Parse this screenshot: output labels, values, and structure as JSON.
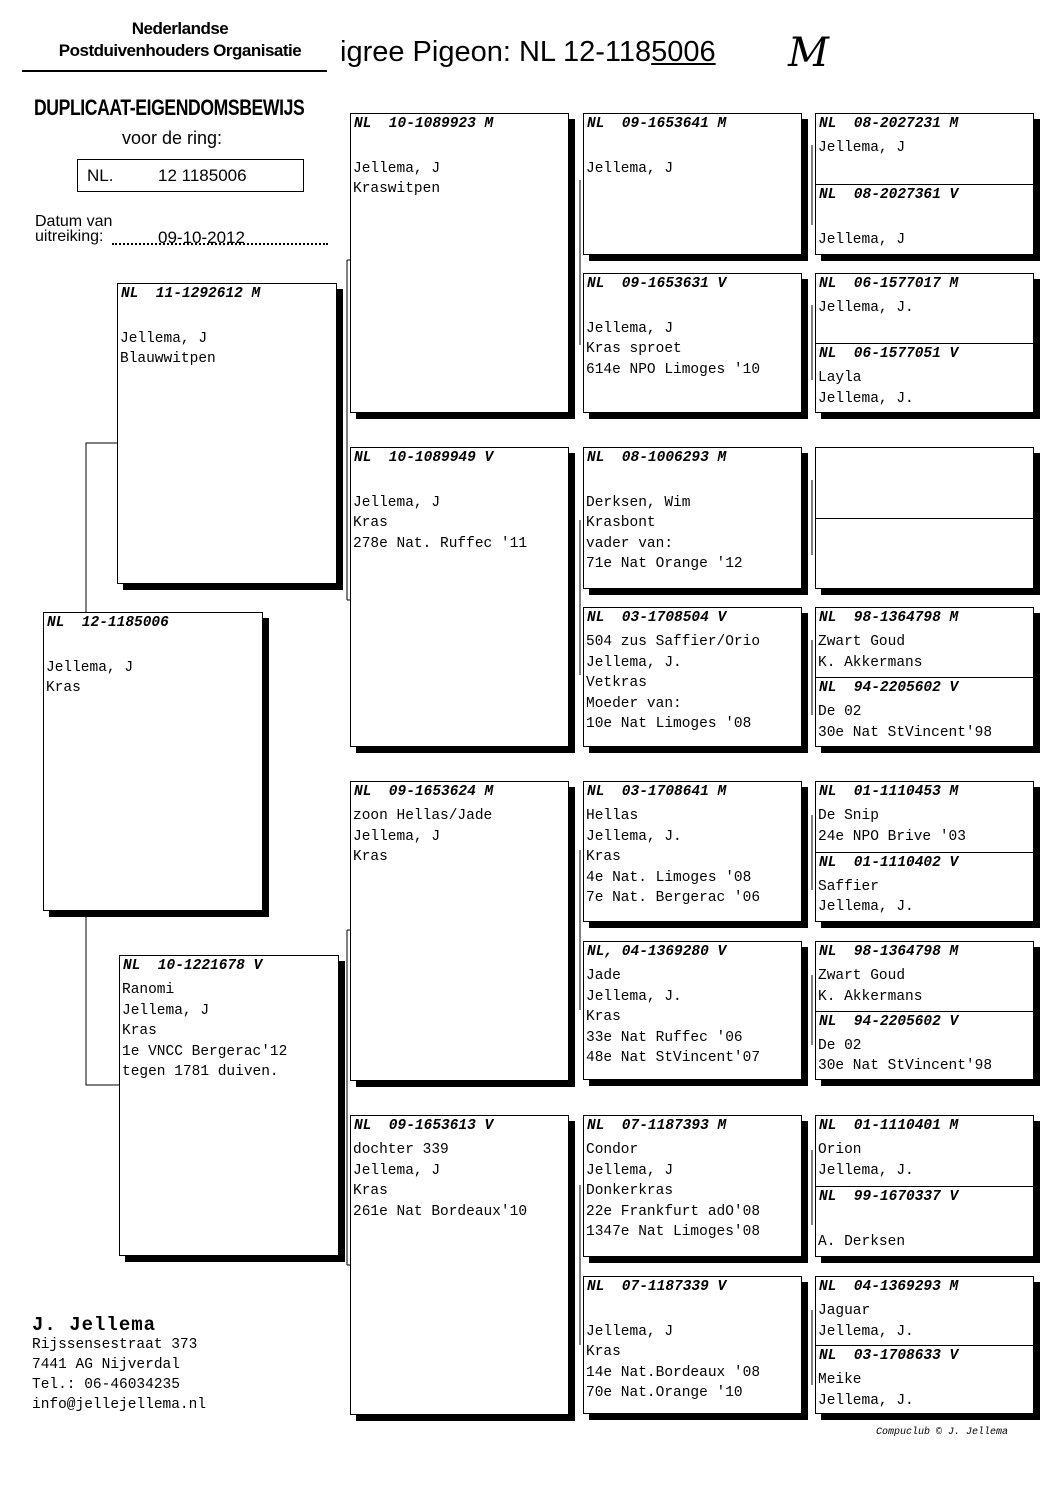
{
  "header": {
    "org_line1": "Nederlandse",
    "org_line2": "Postduivenhouders Organisatie",
    "title": "igree Pigeon: NL  12-118",
    "title_end": "5006",
    "signature": "M",
    "duplicate_title": "DUPLICAAT-EIGENDOMSBEWIJS",
    "voor_label": "voor de ring:",
    "ring_prefix": "NL.",
    "ring_number": "12  1185006",
    "datum_label_1": "Datum van",
    "datum_label_2": "uitreiking:",
    "datum_value": "09-10-2012"
  },
  "subject": {
    "ring": "NL  12-1185006",
    "lines": [
      "",
      "Jellema, J",
      "Kras"
    ]
  },
  "gen2": [
    {
      "ring": "NL  11-1292612 M",
      "lines": [
        "",
        "Jellema, J",
        "Blauwwitpen"
      ]
    },
    {
      "ring": "NL  10-1221678 V",
      "lines": [
        "Ranomi",
        "Jellema, J",
        "Kras",
        "1e VNCC Bergerac'12",
        "tegen 1781 duiven."
      ]
    }
  ],
  "gen3": [
    {
      "ring": "NL  10-1089923 M",
      "lines": [
        "",
        "Jellema, J",
        "Kraswitpen"
      ]
    },
    {
      "ring": "NL  10-1089949 V",
      "lines": [
        "",
        "Jellema, J",
        "Kras",
        "278e Nat. Ruffec '11"
      ]
    },
    {
      "ring": "NL  09-1653624 M",
      "lines": [
        "zoon Hellas/Jade",
        "Jellema, J",
        "Kras"
      ]
    },
    {
      "ring": "NL  09-1653613 V",
      "lines": [
        "dochter 339",
        "Jellema, J",
        "Kras",
        "261e Nat Bordeaux'10"
      ]
    }
  ],
  "gen4": [
    {
      "ring": "NL  09-1653641 M",
      "lines": [
        "",
        "Jellema, J"
      ]
    },
    {
      "ring": "NL  09-1653631 V",
      "lines": [
        "",
        "Jellema, J",
        "Kras sproet",
        "614e NPO Limoges '10"
      ]
    },
    {
      "ring": "NL  08-1006293 M",
      "lines": [
        "",
        "Derksen, Wim",
        "Krasbont",
        "vader van:",
        "71e Nat Orange '12"
      ]
    },
    {
      "ring": "NL  03-1708504 V",
      "lines": [
        "504 zus Saffier/Orio",
        "Jellema, J.",
        "Vetkras",
        "Moeder van:",
        "10e Nat Limoges '08"
      ]
    },
    {
      "ring": "NL  03-1708641 M",
      "lines": [
        "Hellas",
        "Jellema, J.",
        "Kras",
        "4e Nat. Limoges '08",
        "7e Nat. Bergerac '06"
      ]
    },
    {
      "ring": "NL, 04-1369280 V",
      "lines": [
        "Jade",
        "Jellema, J.",
        "Kras",
        "33e Nat Ruffec '06",
        "48e Nat StVincent'07"
      ]
    },
    {
      "ring": "NL  07-1187393 M",
      "lines": [
        "Condor",
        "Jellema, J",
        "Donkerkras",
        "22e Frankfurt adO'08",
        "1347e Nat Limoges'08"
      ]
    },
    {
      "ring": "NL  07-1187339 V",
      "lines": [
        "",
        "Jellema, J",
        "Kras",
        "14e Nat.Bordeaux '08",
        "70e Nat.Orange '10"
      ]
    }
  ],
  "gen5": [
    [
      {
        "ring": "NL  08-2027231 M",
        "lines": [
          "Jellema, J"
        ]
      },
      {
        "ring": "NL  08-2027361 V",
        "lines": [
          "",
          "Jellema, J"
        ]
      }
    ],
    [
      {
        "ring": "NL  06-1577017 M",
        "lines": [
          "Jellema, J."
        ]
      },
      {
        "ring": "NL  06-1577051 V",
        "lines": [
          "Layla",
          "Jellema, J."
        ]
      }
    ],
    [
      {
        "ring": "",
        "lines": []
      },
      {
        "ring": "",
        "lines": []
      }
    ],
    [
      {
        "ring": "NL  98-1364798 M",
        "lines": [
          "Zwart Goud",
          "K. Akkermans"
        ]
      },
      {
        "ring": "NL  94-2205602 V",
        "lines": [
          "De 02",
          "30e Nat StVincent'98"
        ]
      }
    ],
    [
      {
        "ring": "NL  01-1110453 M",
        "lines": [
          "De Snip",
          "24e NPO Brive '03"
        ]
      },
      {
        "ring": "NL  01-1110402 V",
        "lines": [
          "Saffier",
          "Jellema, J."
        ]
      }
    ],
    [
      {
        "ring": "NL  98-1364798 M",
        "lines": [
          "Zwart Goud",
          "K. Akkermans"
        ]
      },
      {
        "ring": "NL  94-2205602 V",
        "lines": [
          "De 02",
          "30e Nat StVincent'98"
        ]
      }
    ],
    [
      {
        "ring": "NL  01-1110401 M",
        "lines": [
          "Orion",
          "Jellema, J."
        ]
      },
      {
        "ring": "NL  99-1670337 V",
        "lines": [
          "",
          "A. Derksen"
        ]
      }
    ],
    [
      {
        "ring": "NL  04-1369293 M",
        "lines": [
          "Jaguar",
          "Jellema, J."
        ]
      },
      {
        "ring": "NL  03-1708633 V",
        "lines": [
          "Meike",
          "Jellema, J."
        ]
      }
    ]
  ],
  "footer": {
    "name": "J. Jellema",
    "street": "Rijssensestraat 373",
    "city": "7441 AG  Nijverdal",
    "phone": "Tel.: 06-46034235",
    "email": "info@jellejellema.nl",
    "credit": "Compuclub © J. Jellema"
  }
}
